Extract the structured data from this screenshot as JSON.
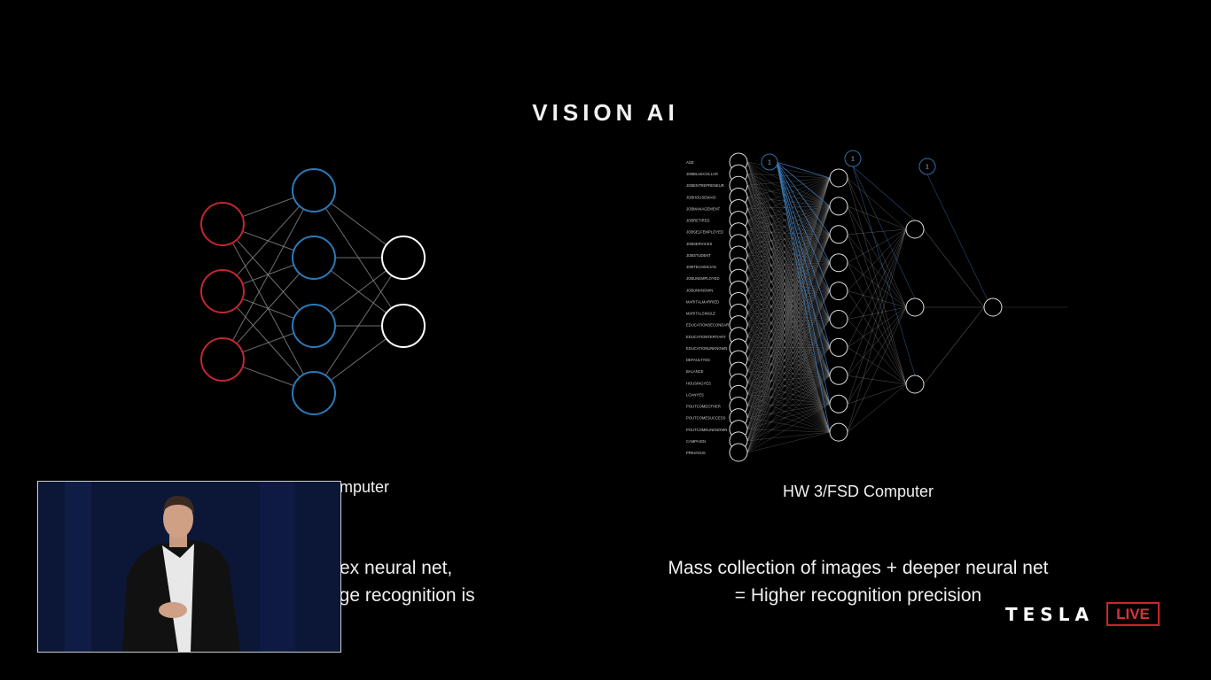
{
  "slide": {
    "title": "VISION AI",
    "left_caption": "mputer",
    "right_caption": "HW 3/FSD Computer",
    "left_line1": "ex neural net,",
    "left_line2": "age recognition is",
    "right_line1": "Mass collection of images + deeper neural net",
    "right_line2": "= Higher recognition precision"
  },
  "colors": {
    "background": "#000000",
    "input_node": "#c1272d",
    "hidden_node": "#2a7ab8",
    "output_node": "#ffffff",
    "logo_live": "#c8262c"
  },
  "right_network": {
    "input_labels": [
      "AGE",
      "JOBBLUECOLLAR",
      "JOBENTREPRENEUR",
      "JOBHOUSEMAID",
      "JOBMANAGEMENT",
      "JOBRETIRED",
      "JOBSELFEMPLOYED",
      "JOBSERVICES",
      "JOBSTUDENT",
      "JOBTECHNICIAN",
      "JOBUNEMPLOYED",
      "JOBUNKNOWN",
      "MARITALMARRIED",
      "MARITALSINGLE",
      "EDUCATIONSECONDARY",
      "EDUCATIONTERTIARY",
      "EDUCATIONUNKNOWN",
      "DEFAULTYES",
      "BALANCE",
      "HOUSINGYES",
      "LOANYES",
      "POUTCOMEOTHER",
      "POUTCOMESUCCESS",
      "POUTCOMEUNKNOWN",
      "CAMPAIGN",
      "PREVIOUS"
    ],
    "bias_label": "1"
  },
  "logo": {
    "word": "TESLA",
    "badge": "LIVE"
  },
  "icons": {
    "presenter_video": "presenter-video-feed"
  }
}
